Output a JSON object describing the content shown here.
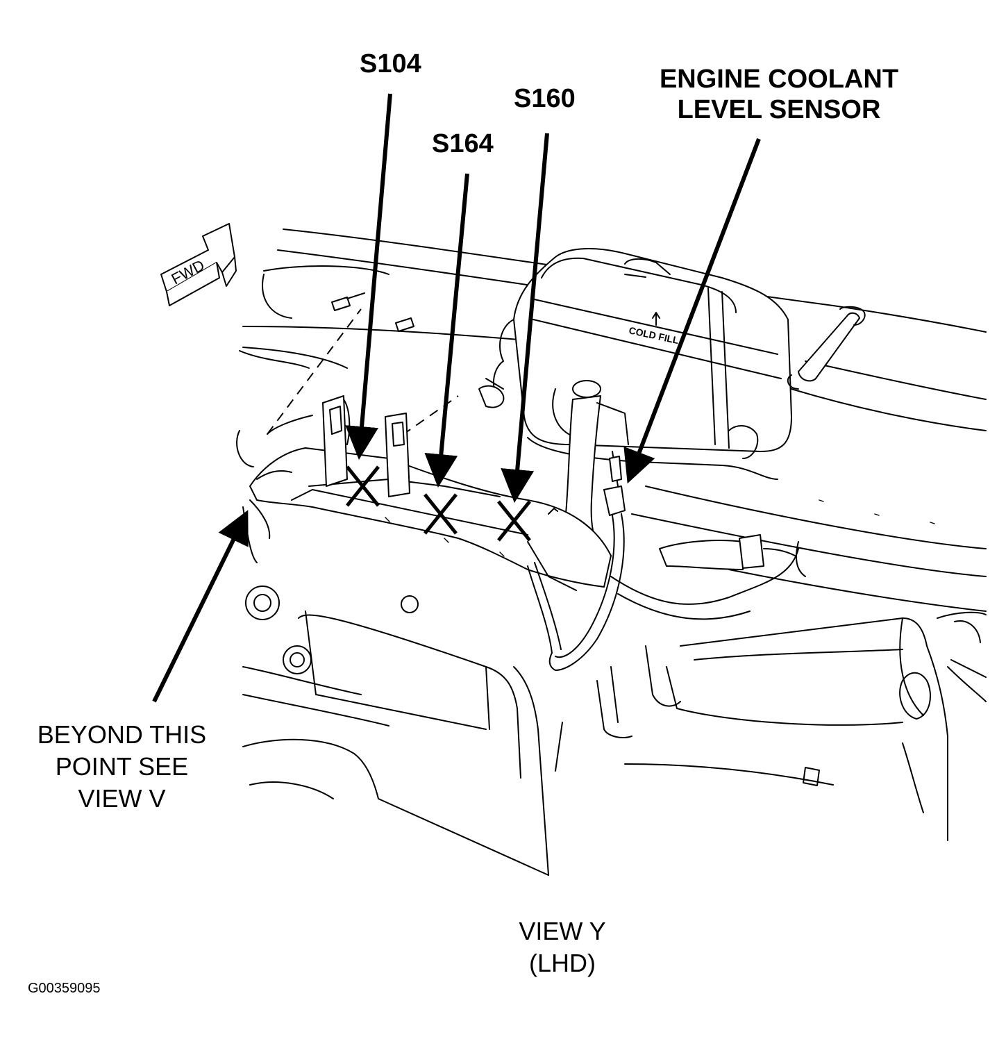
{
  "callouts": {
    "s104": "S104",
    "s160": "S160",
    "s164": "S164",
    "sensor_line1": "ENGINE COOLANT",
    "sensor_line2": "LEVEL SENSOR"
  },
  "note": {
    "line1": "BEYOND THIS",
    "line2": "POINT SEE",
    "line3": "VIEW V"
  },
  "view_label": {
    "line1": "VIEW Y",
    "line2": "(LHD)"
  },
  "figure_id": "G00359095",
  "fwd_label": "FWD",
  "tank_label": "COLD FILL",
  "icons": [
    "fwd-arrow-icon",
    "arrowhead-icon",
    "splice-x-icon"
  ]
}
